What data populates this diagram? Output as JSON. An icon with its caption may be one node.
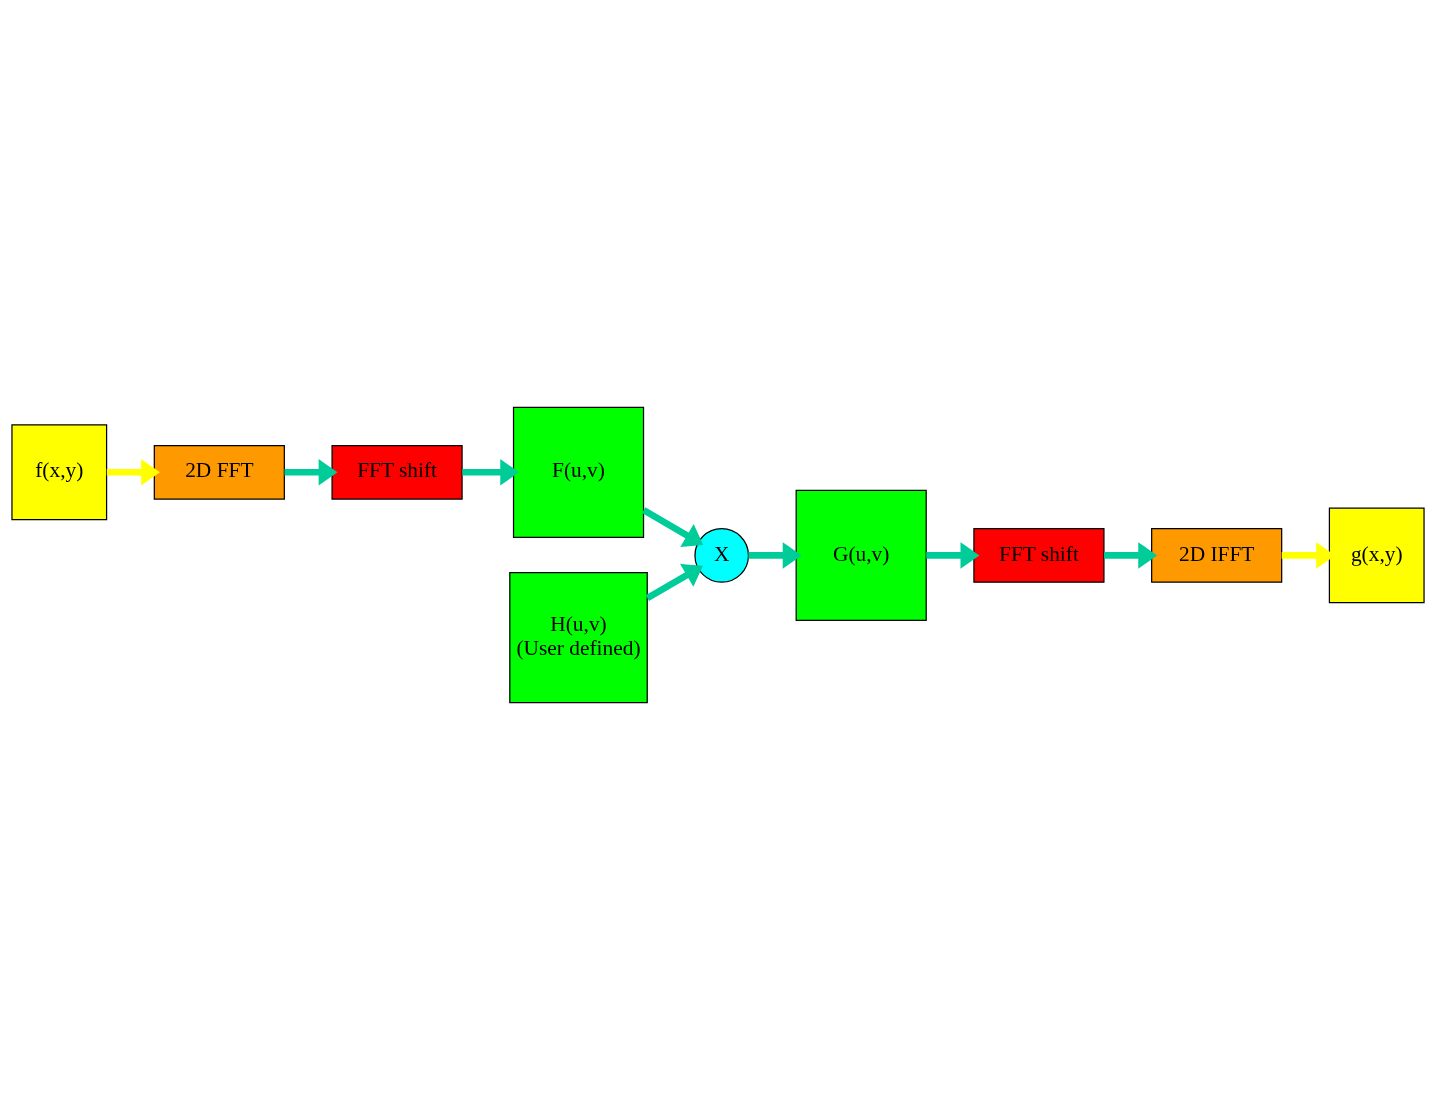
{
  "diagram": {
    "nodes": [
      {
        "text": [
          "f(x,y)"
        ]
      },
      {
        "text": [
          "2D FFT"
        ]
      },
      {
        "text": [
          "FFT shift"
        ]
      },
      {
        "text": [
          "F(u,v)"
        ]
      },
      {
        "text": [
          "H(u,v)",
          "(User defined)"
        ]
      },
      {
        "text": [
          "X"
        ]
      },
      {
        "text": [
          "G(u,v)"
        ]
      },
      {
        "text": [
          "FFT shift"
        ]
      },
      {
        "text": [
          "2D IFFT"
        ]
      },
      {
        "text": [
          "g(x,y)"
        ]
      }
    ],
    "edges": [
      {
        "from": 0,
        "to": 1,
        "arrow": "to",
        "color": "#ffff00"
      },
      {
        "from": 1,
        "to": 2,
        "arrow": "to"
      },
      {
        "from": 2,
        "to": 3,
        "arrow": "to"
      },
      {
        "from": 3,
        "to": 5,
        "arrow": "to"
      },
      {
        "from": 4,
        "to": 5,
        "arrow": "to"
      },
      {
        "from": 5,
        "to": 6,
        "arrow": "to"
      },
      {
        "from": 6,
        "to": 7,
        "arrow": "to"
      },
      {
        "from": 7,
        "to": 8,
        "arrow": "to"
      },
      {
        "from": 8,
        "to": 9,
        "arrow": "to",
        "color": "#ffff00"
      }
    ]
  }
}
